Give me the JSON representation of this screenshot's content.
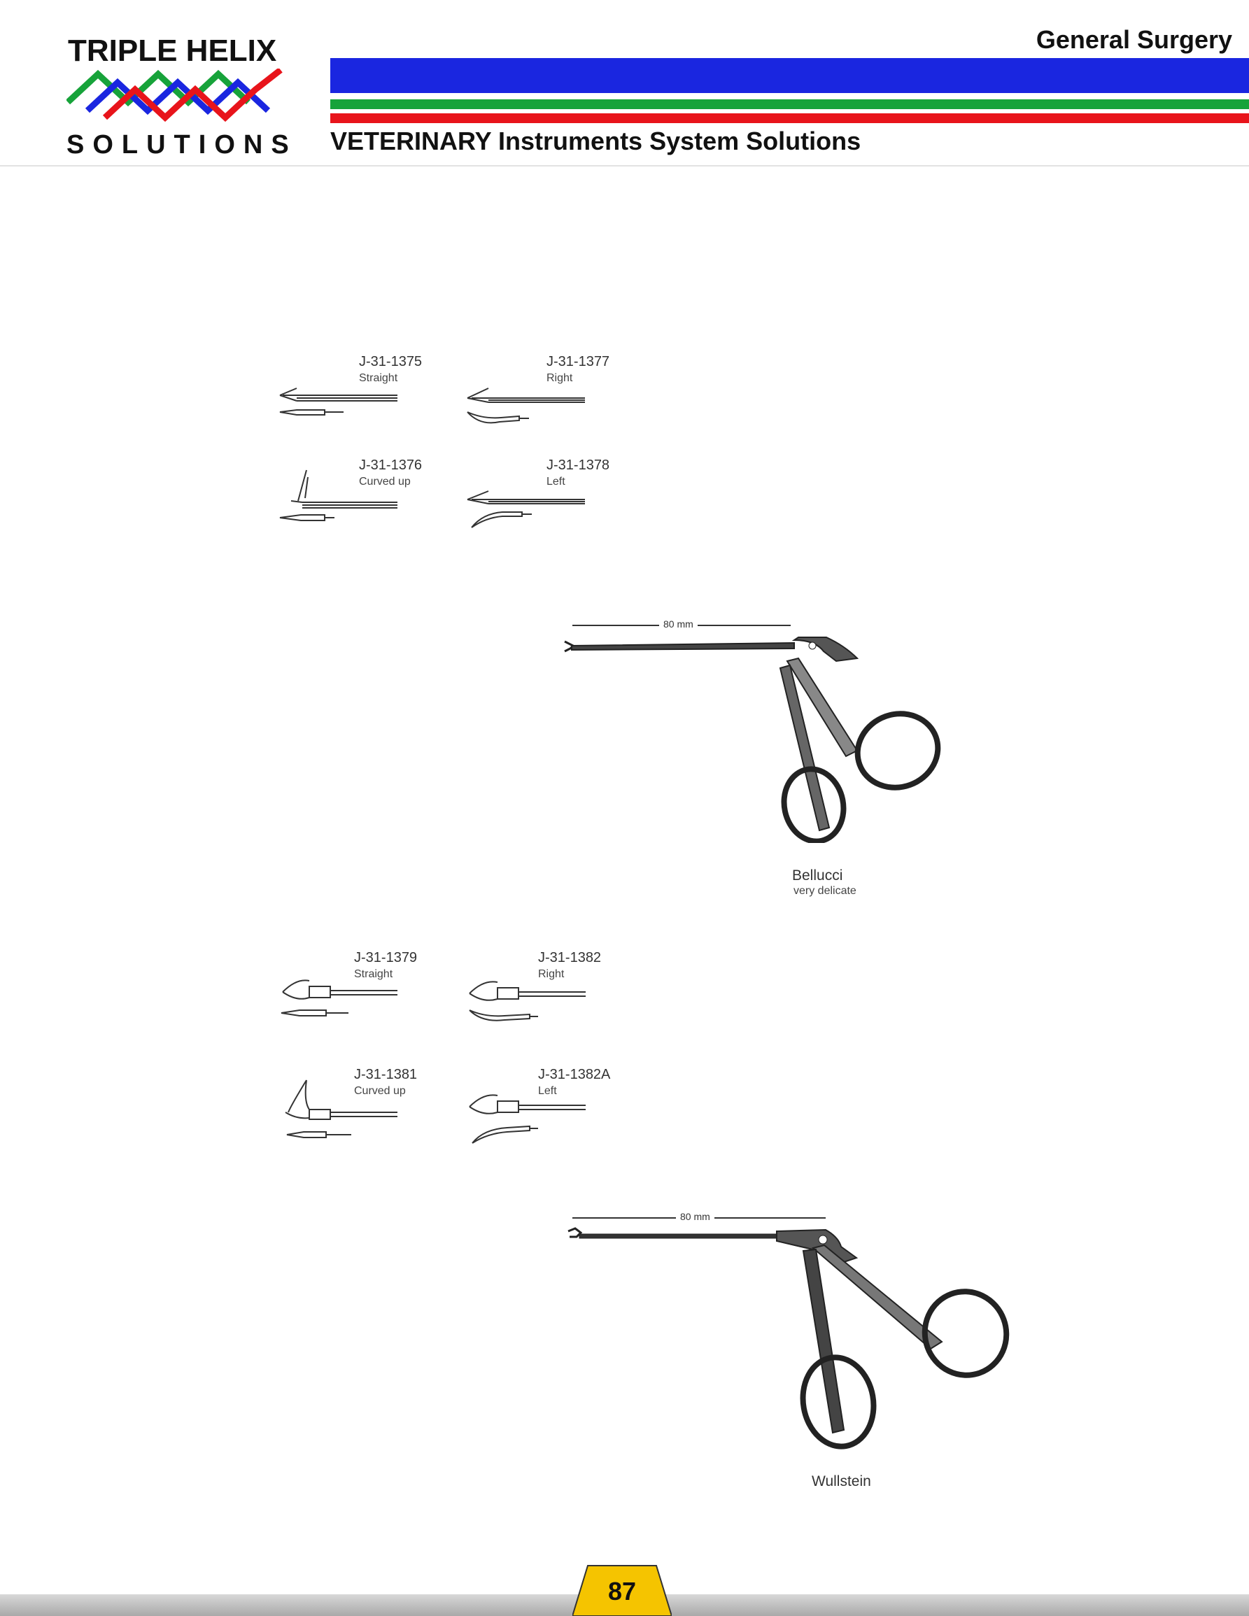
{
  "header": {
    "brand_top": "TRIPLE HELIX",
    "brand_bottom": "SOLUTIONS",
    "section_title": "General Surgery",
    "tagline": "VETERINARY Instruments System Solutions",
    "colors": {
      "blue": "#1a26e0",
      "green": "#17a33a",
      "red": "#e8141b"
    }
  },
  "group1": {
    "items": [
      {
        "code": "J-31-1375",
        "desc": "Straight"
      },
      {
        "code": "J-31-1377",
        "desc": "Right"
      },
      {
        "code": "J-31-1376",
        "desc": "Curved up"
      },
      {
        "code": "J-31-1378",
        "desc": "Left"
      }
    ],
    "dimension": "80 mm",
    "name": "Bellucci",
    "subtitle": "very delicate"
  },
  "group2": {
    "items": [
      {
        "code": "J-31-1379",
        "desc": "Straight"
      },
      {
        "code": "J-31-1382",
        "desc": "Right"
      },
      {
        "code": "J-31-1381",
        "desc": "Curved up"
      },
      {
        "code": "J-31-1382A",
        "desc": "Left"
      }
    ],
    "dimension": "80 mm",
    "name": "Wullstein"
  },
  "footer": {
    "page_number": "87",
    "accent": "#f5c400"
  }
}
